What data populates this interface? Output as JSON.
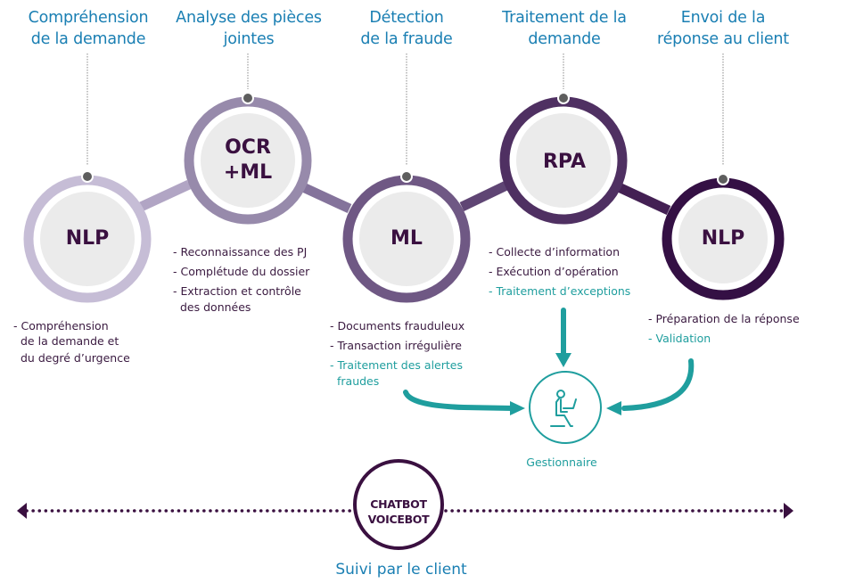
{
  "colors": {
    "title_blue": "#1a7fb3",
    "teal": "#1f9e9e",
    "dark_text": "#3a1040",
    "ring_1": "#c6bdd6",
    "ring_2": "#978aab",
    "ring_3": "#6f5884",
    "ring_4": "#4f3062",
    "ring_5": "#341044",
    "inner_fill": "#ebebeb",
    "connector_dot": "#5e5e5e"
  },
  "steps": [
    {
      "title_line1": "Compréhension",
      "title_line2": "de la demande",
      "technology": "NLP",
      "bullets": [
        {
          "text": "- Compréhension",
          "cont": [
            "de la demande et",
            "du degré d’urgence"
          ],
          "highlight": false
        }
      ]
    },
    {
      "title_line1": "Analyse des pièces",
      "title_line2": "jointes",
      "technology_line1": "OCR",
      "technology_line2": "+ML",
      "bullets": [
        {
          "text": "- Reconnaissance des PJ",
          "highlight": false
        },
        {
          "text": "- Complétude du dossier",
          "highlight": false
        },
        {
          "text": "- Extraction et contrôle",
          "cont": [
            "des données"
          ],
          "highlight": false
        }
      ]
    },
    {
      "title_line1": "Détection",
      "title_line2": "de la fraude",
      "technology": "ML",
      "bullets": [
        {
          "text": "- Documents frauduleux",
          "highlight": false
        },
        {
          "text": "- Transaction irrégulière",
          "highlight": false
        },
        {
          "text": "- Traitement des alertes",
          "cont": [
            "fraudes"
          ],
          "highlight": true
        }
      ]
    },
    {
      "title_line1": "Traitement de la",
      "title_line2": "demande",
      "technology": "RPA",
      "bullets": [
        {
          "text": "- Collecte d’information",
          "highlight": false
        },
        {
          "text": "- Exécution d’opération",
          "highlight": false
        },
        {
          "text": "- Traitement d’exceptions",
          "highlight": true
        }
      ]
    },
    {
      "title_line1": "Envoi de la",
      "title_line2": "réponse au client",
      "technology": "NLP",
      "bullets": [
        {
          "text": "- Préparation de la réponse",
          "highlight": false
        },
        {
          "text": "- Validation",
          "highlight": true
        }
      ]
    }
  ],
  "gestionnaire": {
    "label": "Gestionnaire",
    "icon": "person-at-laptop-icon"
  },
  "bot": {
    "line1": "CHATBOT",
    "line2": "VOICEBOT"
  },
  "footer_label": "Suivi par le client"
}
